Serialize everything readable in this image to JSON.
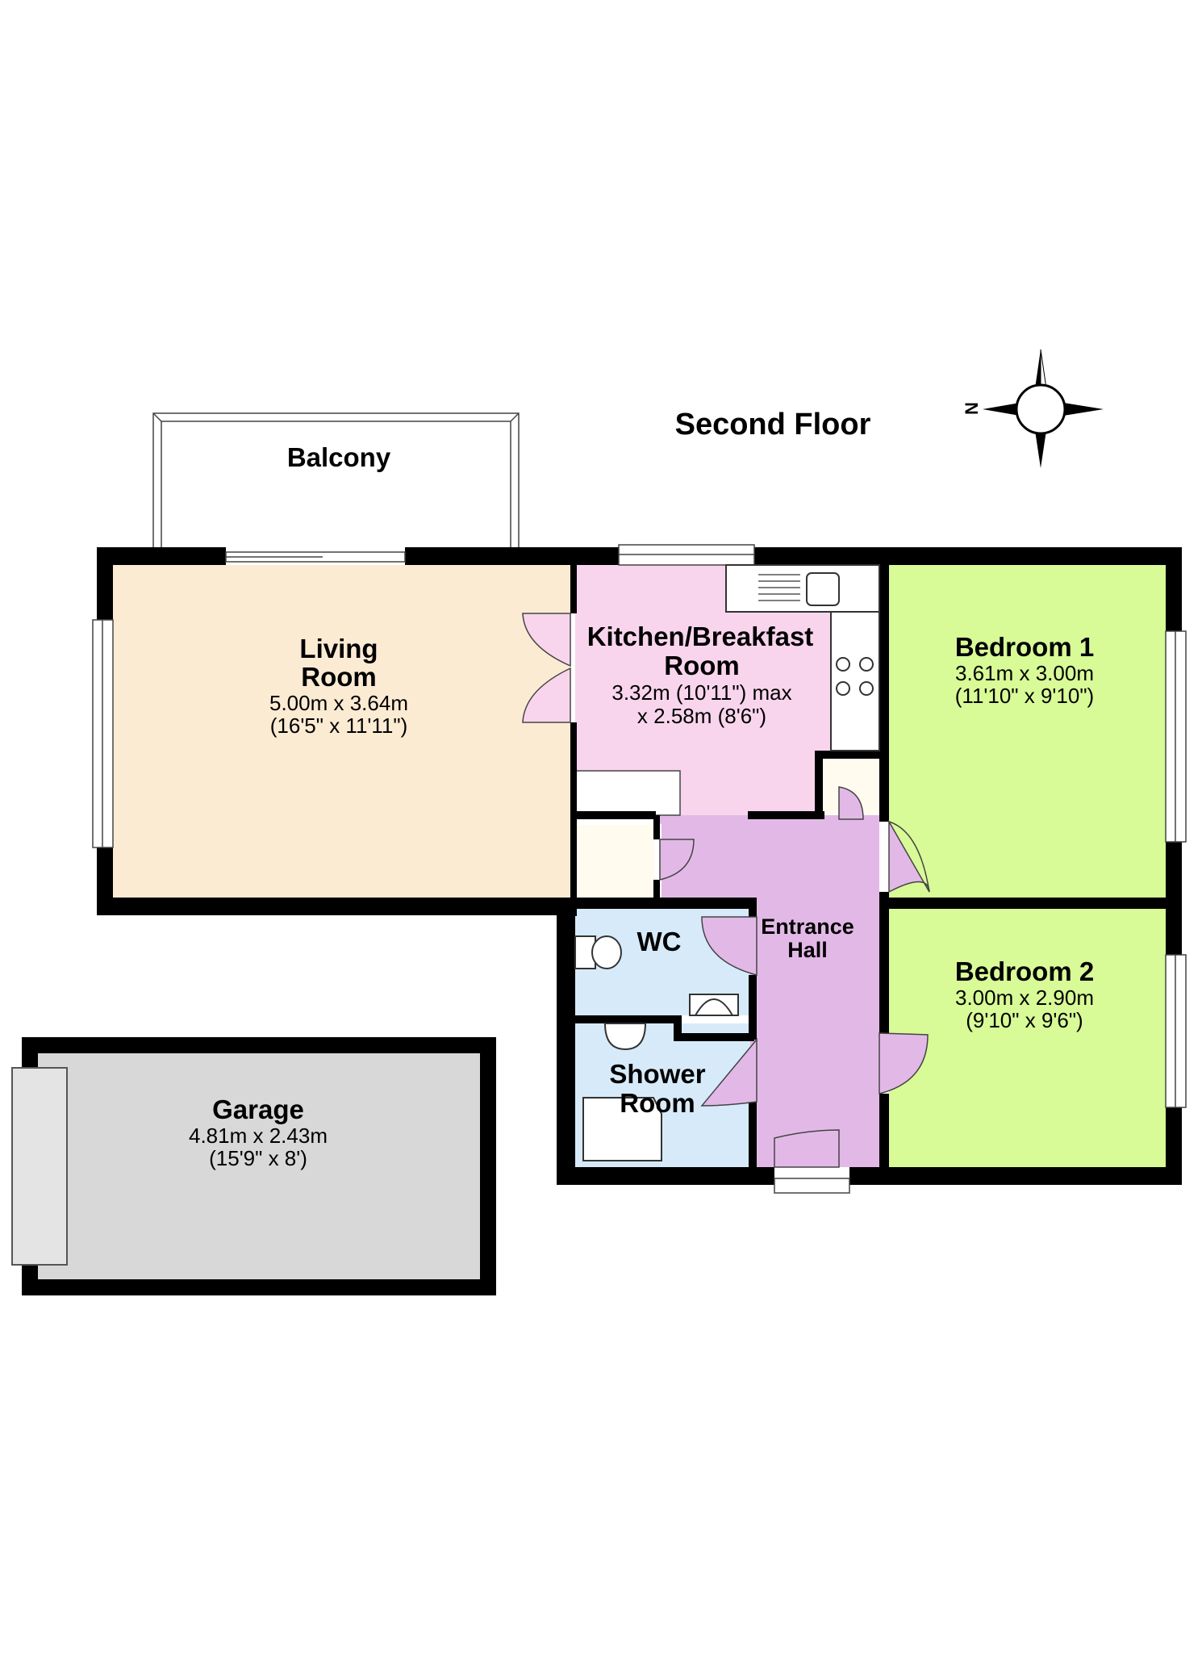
{
  "floor_title": "Second Floor",
  "compass": {
    "north_label": "N"
  },
  "colors": {
    "living": "#fcebd3",
    "kitchen": "#f9d5ed",
    "bedroom": "#d8fa97",
    "hall": "#e2b9e6",
    "bathroom": "#d7eaf9",
    "garage": "#d8d8d8",
    "storage": "#fffcef",
    "wall": "#000000"
  },
  "rooms": {
    "balcony": {
      "name": "Balcony"
    },
    "living": {
      "name_line1": "Living",
      "name_line2": "Room",
      "dim_metric": "5.00m x 3.64m",
      "dim_imperial": "(16'5\" x 11'11\")"
    },
    "kitchen": {
      "name_line1": "Kitchen/Breakfast",
      "name_line2": "Room",
      "dim_line1": "3.32m (10'11\") max",
      "dim_line2": "x 2.58m (8'6\")"
    },
    "bedroom1": {
      "name": "Bedroom 1",
      "dim_metric": "3.61m x 3.00m",
      "dim_imperial": "(11'10\" x 9'10\")"
    },
    "bedroom2": {
      "name": "Bedroom 2",
      "dim_metric": "3.00m x 2.90m",
      "dim_imperial": "(9'10\" x 9'6\")"
    },
    "hall": {
      "name_line1": "Entrance",
      "name_line2": "Hall"
    },
    "wc": {
      "name": "WC"
    },
    "shower": {
      "name_line1": "Shower",
      "name_line2": "Room"
    },
    "garage": {
      "name": "Garage",
      "dim_metric": "4.81m x 2.43m",
      "dim_imperial": "(15'9\" x 8')"
    }
  }
}
